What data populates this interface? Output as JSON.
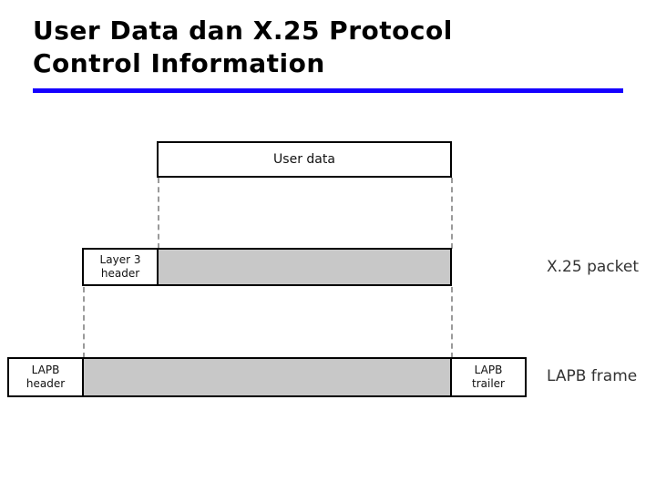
{
  "slide": {
    "title": "User Data dan X.25 Protocol\nControl Information",
    "rule_color": "#1500ff"
  },
  "diagram": {
    "user_data": {
      "label": "User data"
    },
    "x25_row": {
      "layer3_header": {
        "label": "Layer 3\nheader"
      },
      "payload": {
        "label": ""
      },
      "side_label": "X.25 packet"
    },
    "lapb_row": {
      "lapb_header": {
        "label": "LAPB\nheader"
      },
      "payload": {
        "label": ""
      },
      "lapb_trailer": {
        "label": "LAPB\ntrailer"
      },
      "side_label": "LAPB frame"
    },
    "colors": {
      "box_border": "#000000",
      "payload_fill": "#c8c8c8",
      "guide_line": "#9a9a9a"
    }
  }
}
